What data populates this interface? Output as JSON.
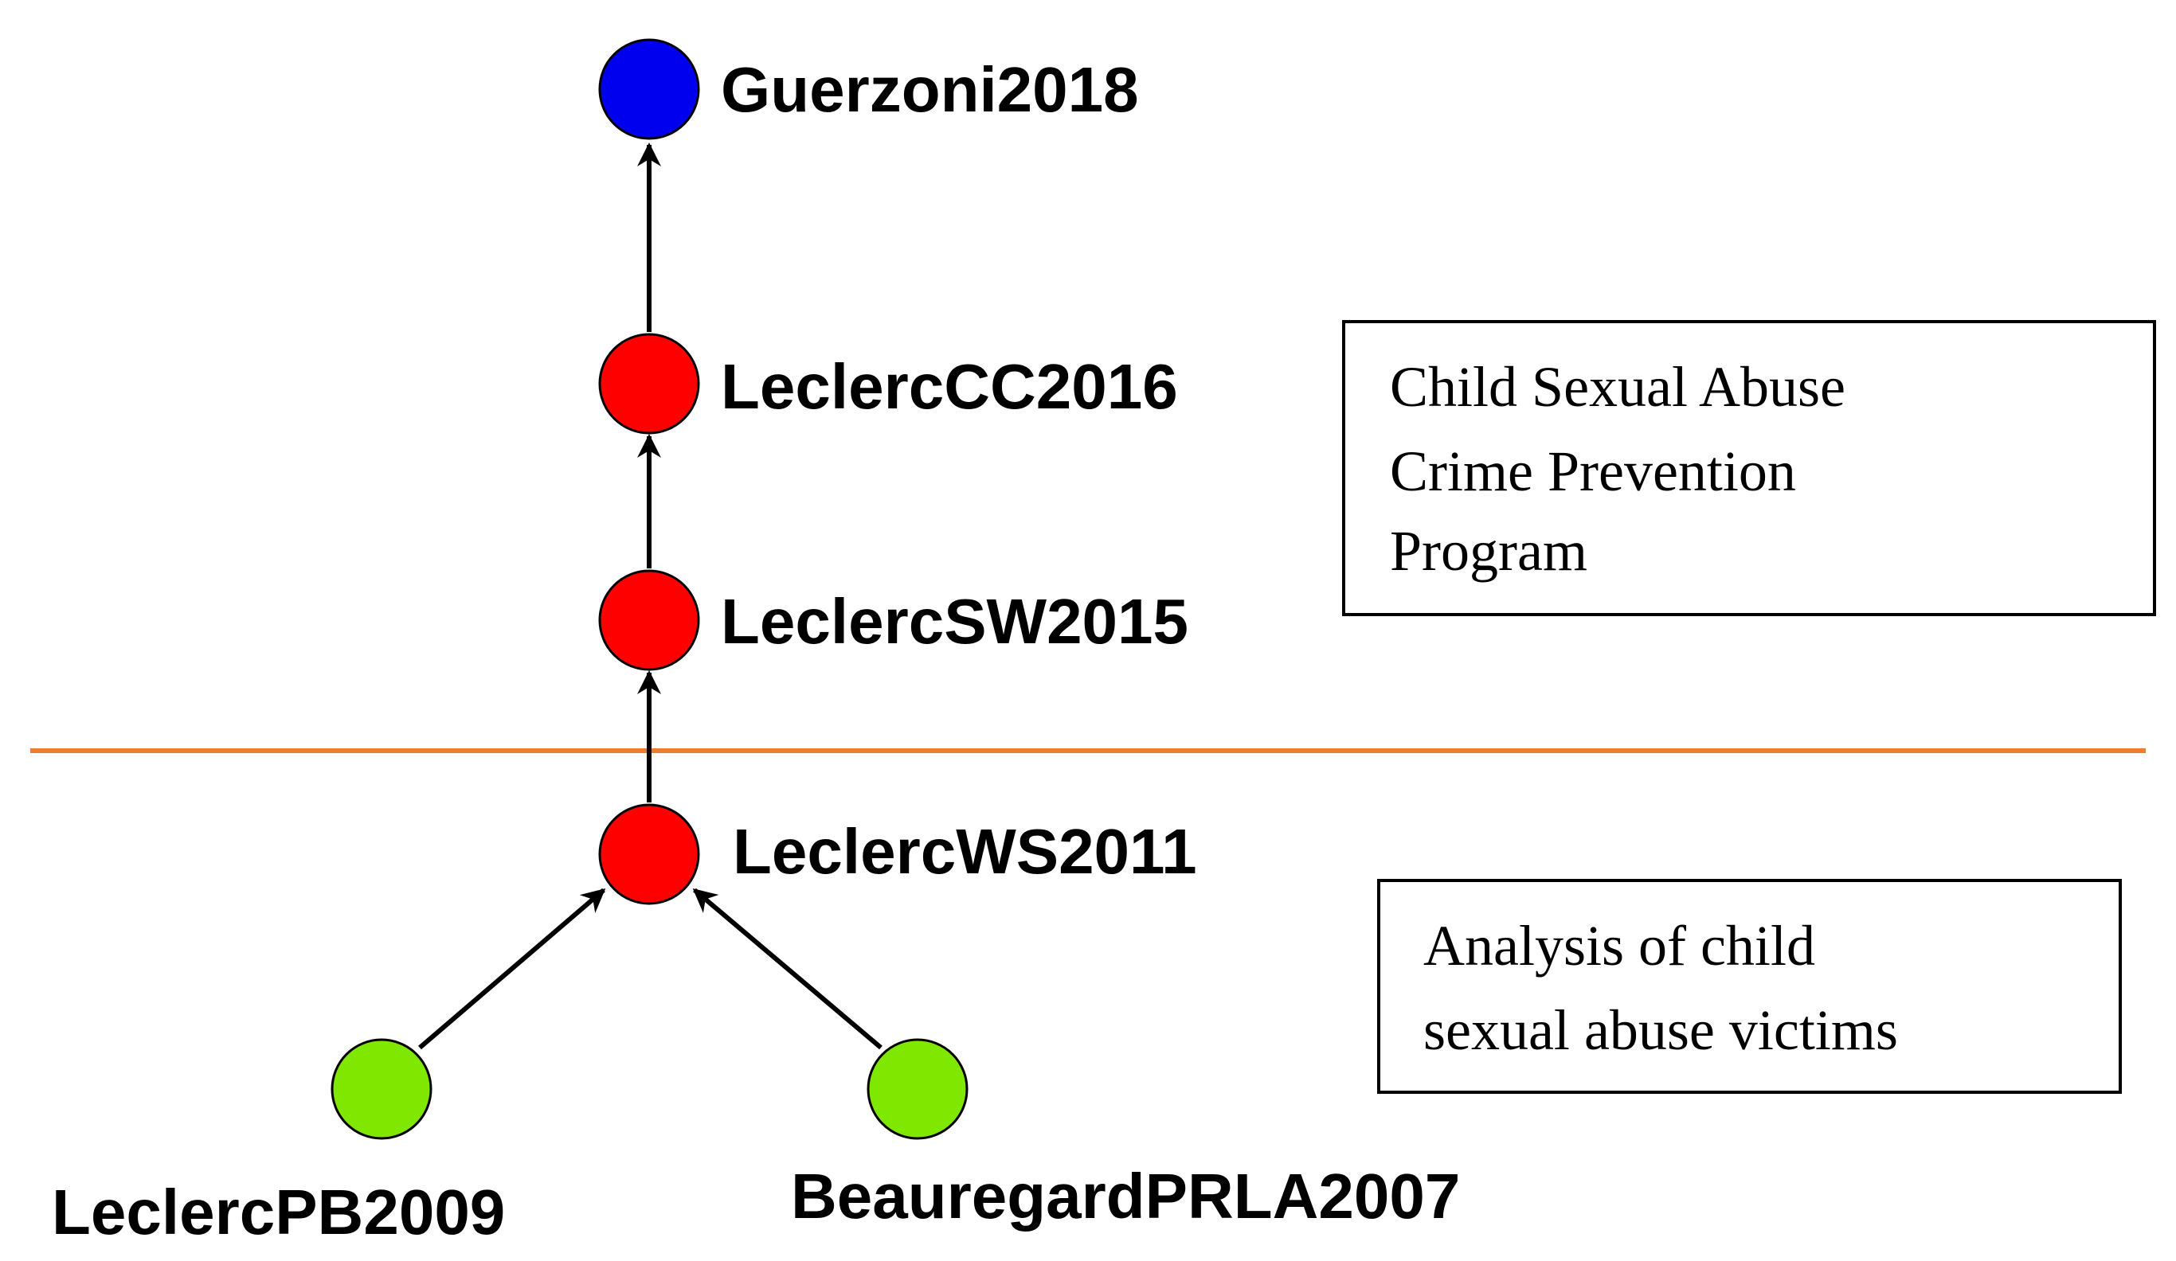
{
  "nodes": {
    "guerzoni2018": {
      "label": "Guerzoni2018",
      "color": "#0000ee"
    },
    "leclerccc2016": {
      "label": "LeclercCC2016",
      "color": "#ff0000"
    },
    "leclercsw2015": {
      "label": "LeclercSW2015",
      "color": "#ff0000"
    },
    "leclercws2011": {
      "label": "LeclercWS2011",
      "color": "#ff0000"
    },
    "leclercpb2009": {
      "label": "LeclercPB2009",
      "color": "#80e800"
    },
    "beauregardprla2007": {
      "label": "BeauregardPRLA2007",
      "color": "#80e800"
    }
  },
  "boxes": {
    "prevention": {
      "lines": [
        "Child Sexual Abuse",
        "Crime Prevention",
        "Program"
      ]
    },
    "victims": {
      "lines": [
        "Analysis of child",
        "sexual abuse victims"
      ]
    }
  },
  "divider": {
    "color": "#ed7d31"
  }
}
